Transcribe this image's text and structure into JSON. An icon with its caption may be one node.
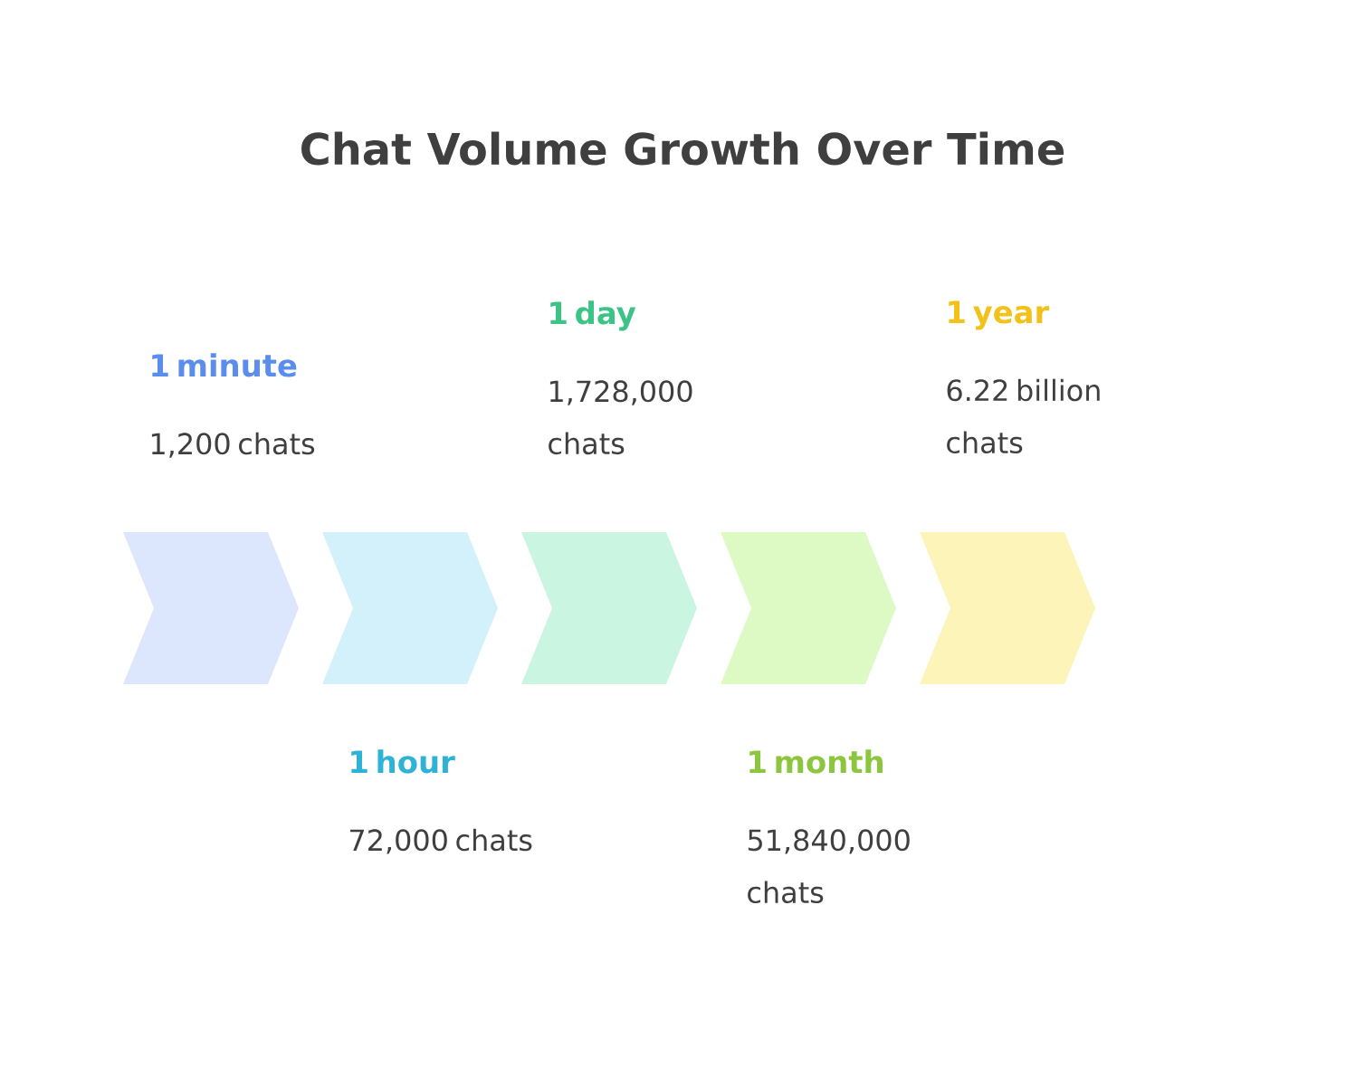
{
  "diagram": {
    "title": "Chat Volume Growth Over Time",
    "nodes": [
      {
        "text": [],
        "shape": "chevron",
        "beside": [
          "1 minute",
          "1,200 chats"
        ]
      },
      {
        "text": [],
        "shape": "chevron",
        "beside": [
          "1 hour",
          "72,000 chats"
        ]
      },
      {
        "text": [],
        "shape": "chevron",
        "beside": [
          "1 day",
          "1,728,000 chats"
        ]
      },
      {
        "text": [],
        "shape": "chevron",
        "beside": [
          "1 month",
          "51,840,000 chats"
        ]
      },
      {
        "text": [],
        "shape": "chevron",
        "beside": [
          "1 year",
          "6.22 billion chats"
        ]
      }
    ]
  }
}
